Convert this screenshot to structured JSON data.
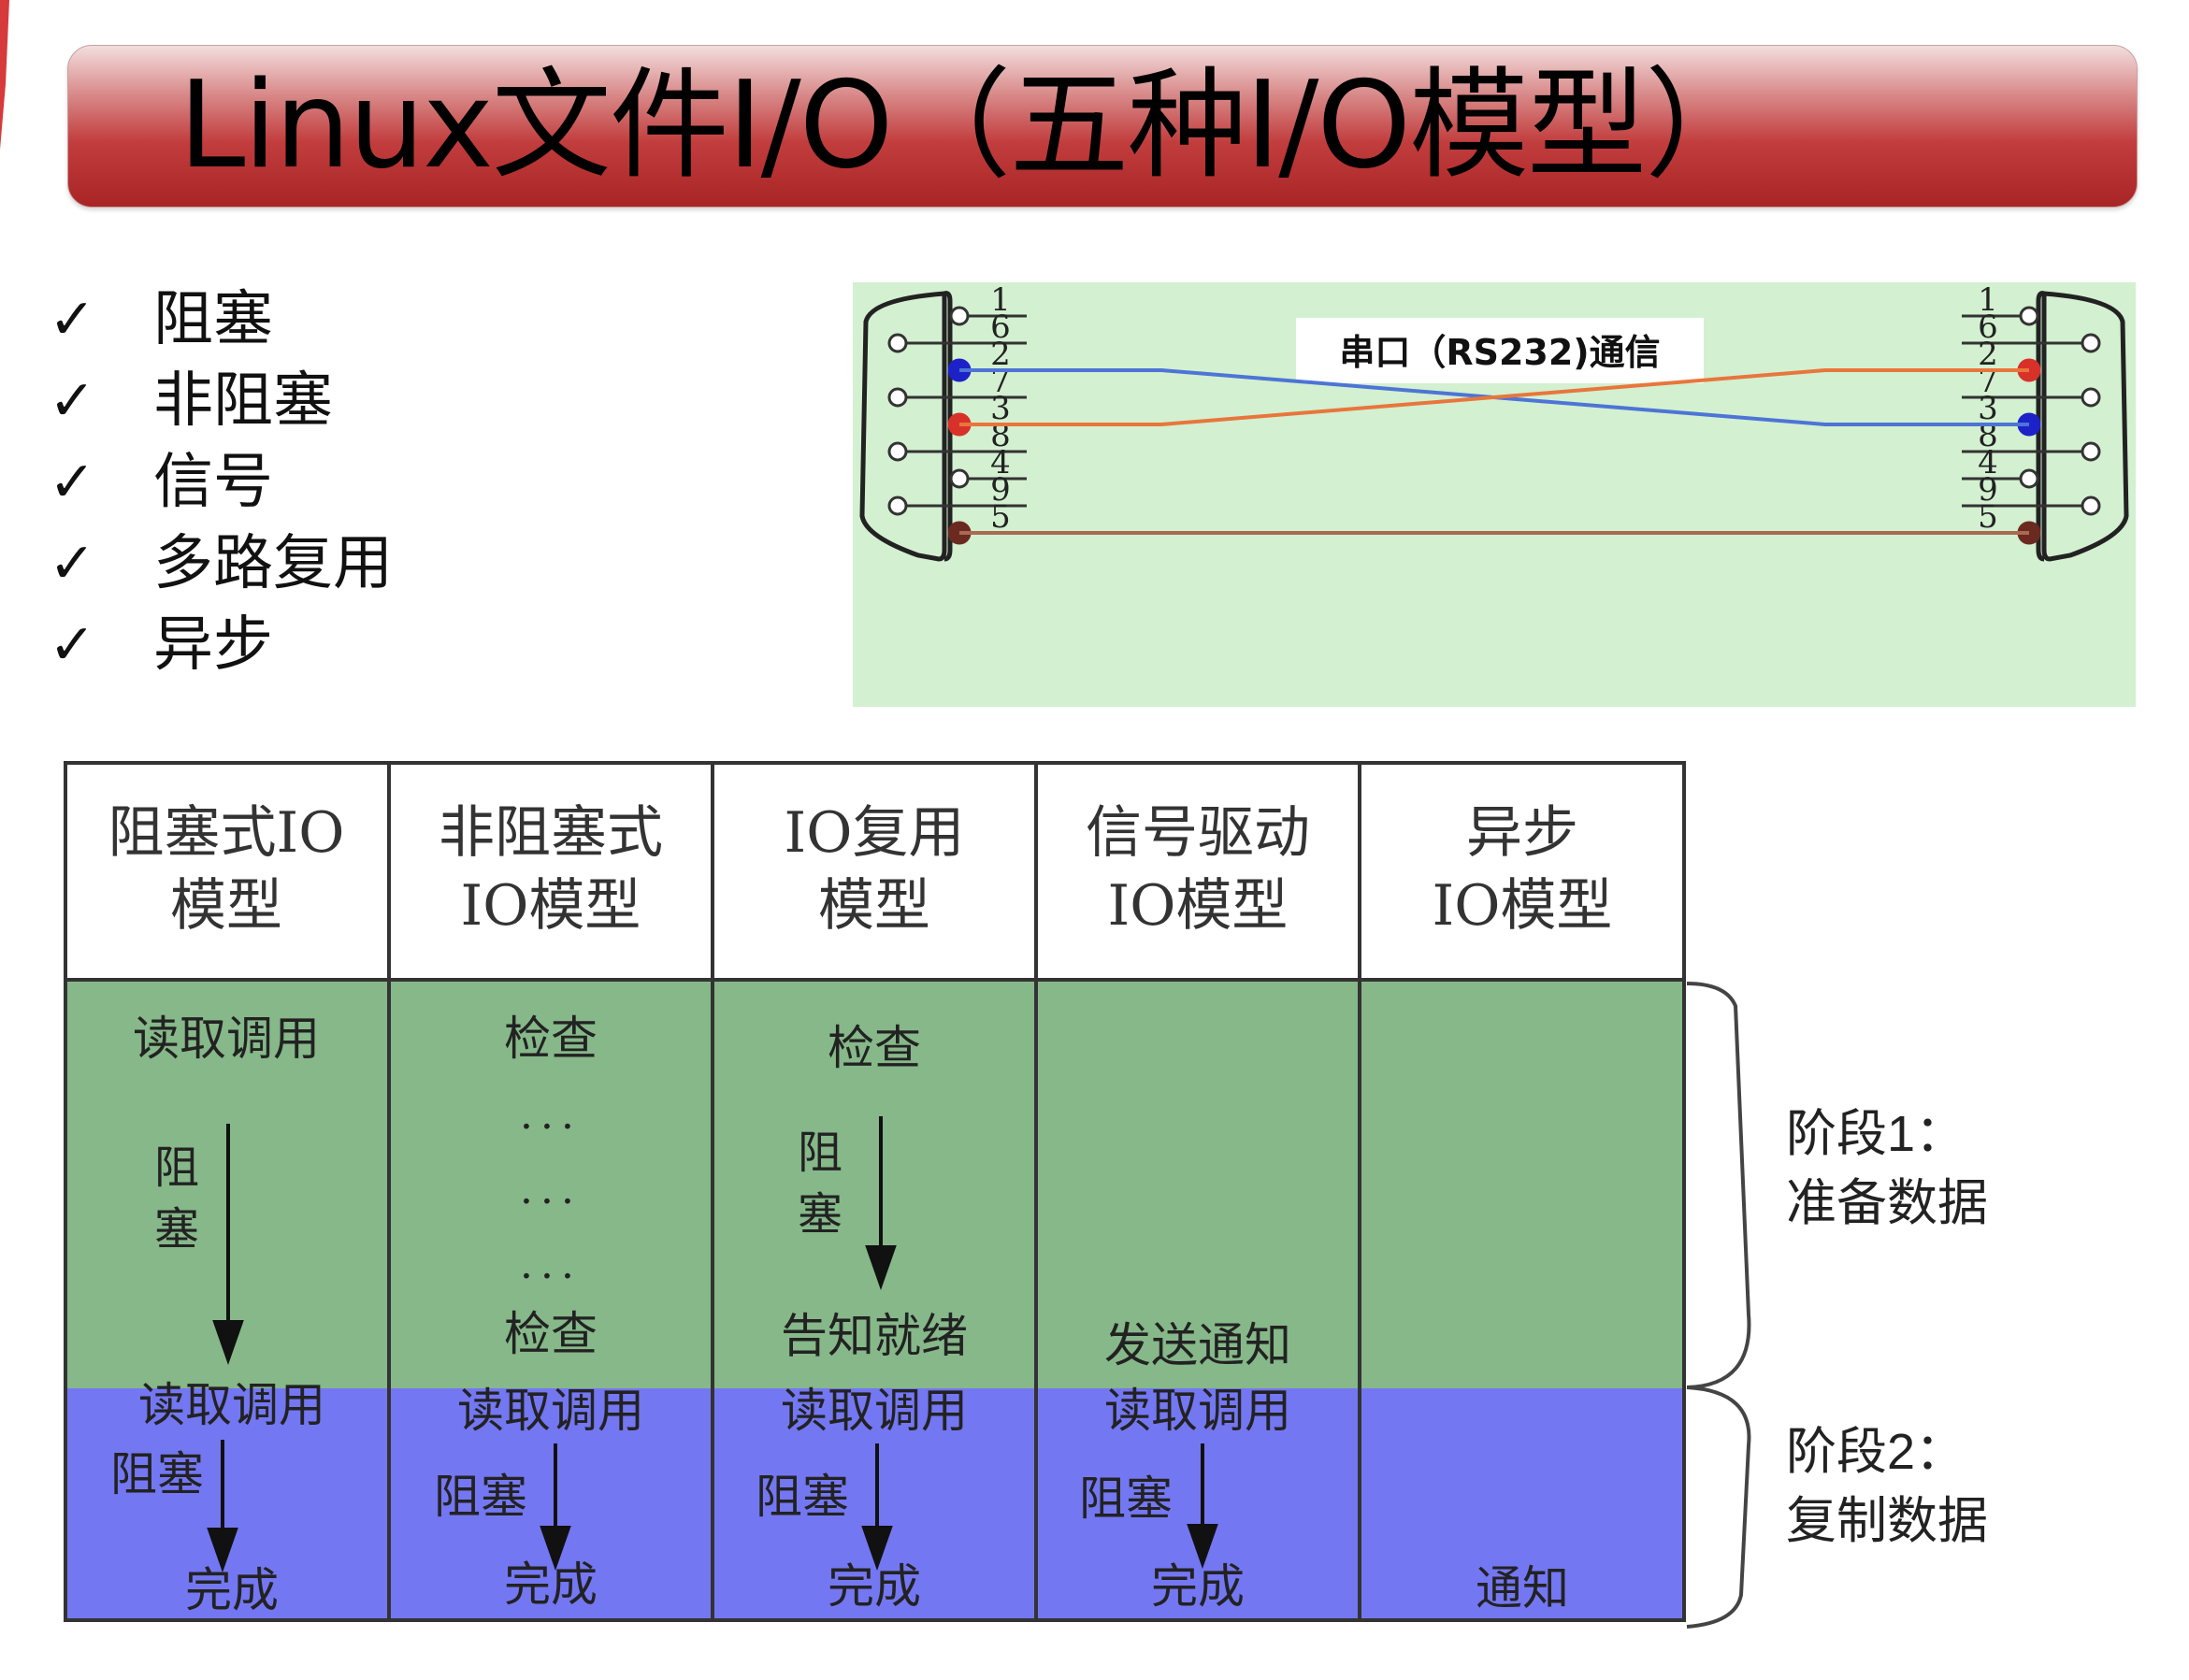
{
  "title": "Linux文件I/O（五种I/O模型）",
  "checklist": [
    "阻塞",
    "非阻塞",
    "信号",
    "多路复用",
    "异步"
  ],
  "check_symbol": "✓",
  "rs232": {
    "caption": "串口（RS232)通信",
    "left_pins": [
      "1",
      "6",
      "2",
      "7",
      "3",
      "8",
      "4",
      "9",
      "5"
    ],
    "right_pins": [
      "1",
      "6",
      "2",
      "7",
      "3",
      "8",
      "4",
      "9",
      "5"
    ],
    "colors": {
      "background": "#d3f0d0",
      "red": "#d8312a",
      "blue": "#1c22c8",
      "orange_wire": "#e8763c",
      "blue_wire": "#4d74d6",
      "brown": "#6b2a20"
    }
  },
  "table": {
    "headers": [
      [
        "阻塞式IO",
        "模型"
      ],
      [
        "非阻塞式",
        "IO模型"
      ],
      [
        "IO复用",
        "模型"
      ],
      [
        "信号驱动",
        "IO模型"
      ],
      [
        "异步",
        "IO模型"
      ]
    ],
    "stage1": {
      "c1_top": "读取调用",
      "c1_block": [
        "阻",
        "塞"
      ],
      "c2_top": "检查",
      "c2_dots": [
        "···",
        "···",
        "···"
      ],
      "c2_bottom": "检查",
      "c3_top": "检查",
      "c3_block": [
        "阻",
        "塞"
      ],
      "c3_bottom": "告知就绪",
      "c4_bottom": "发送通知"
    },
    "stage2": {
      "c1": {
        "top": "读取调用",
        "block": "阻塞",
        "bottom": "完成"
      },
      "c2": {
        "top": "读取调用",
        "block": "阻塞",
        "bottom": "完成"
      },
      "c3": {
        "top": "读取调用",
        "block": "阻塞",
        "bottom": "完成"
      },
      "c4": {
        "top": "读取调用",
        "block": "阻塞",
        "bottom": "完成"
      },
      "c5_bottom": "通知"
    },
    "colors": {
      "stage1": "#86b889",
      "stage2": "#7477f2"
    }
  },
  "phases": [
    {
      "line1": "阶段1：",
      "line2": "准备数据"
    },
    {
      "line1": "阶段2：",
      "line2": "复制数据"
    }
  ]
}
